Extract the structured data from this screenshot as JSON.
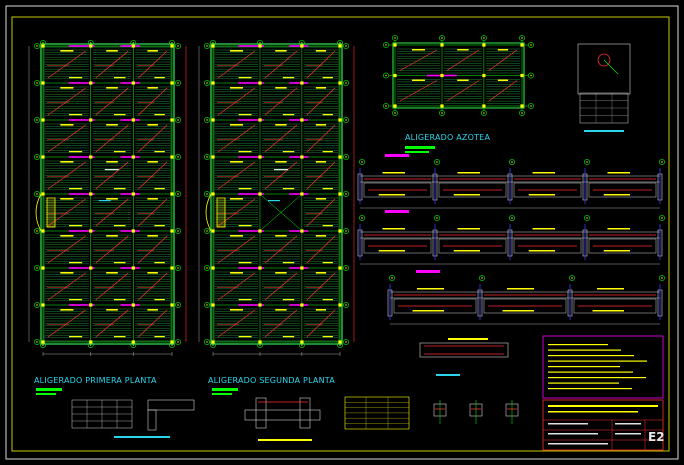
{
  "drawing": {
    "plan_titles": {
      "roof": "ALIGERADO AZOTEA",
      "first_floor": "ALIGERADO PRIMERA PLANTA",
      "second_floor": "ALIGERADO SEGUNDA  PLANTA"
    },
    "sheet_code": "E2",
    "colors": {
      "background": "#000000",
      "frame": "#d9d9d9",
      "border": "#c8c800",
      "grid": "#00ff00",
      "rebar": "#ff3030",
      "text": "#ffff00",
      "label_bars": "#ff00ff",
      "titles": "#28d7ee",
      "walls": "#2fc44a",
      "dims": "#cfcfcf",
      "blue_marks": "#3a3aff"
    }
  }
}
